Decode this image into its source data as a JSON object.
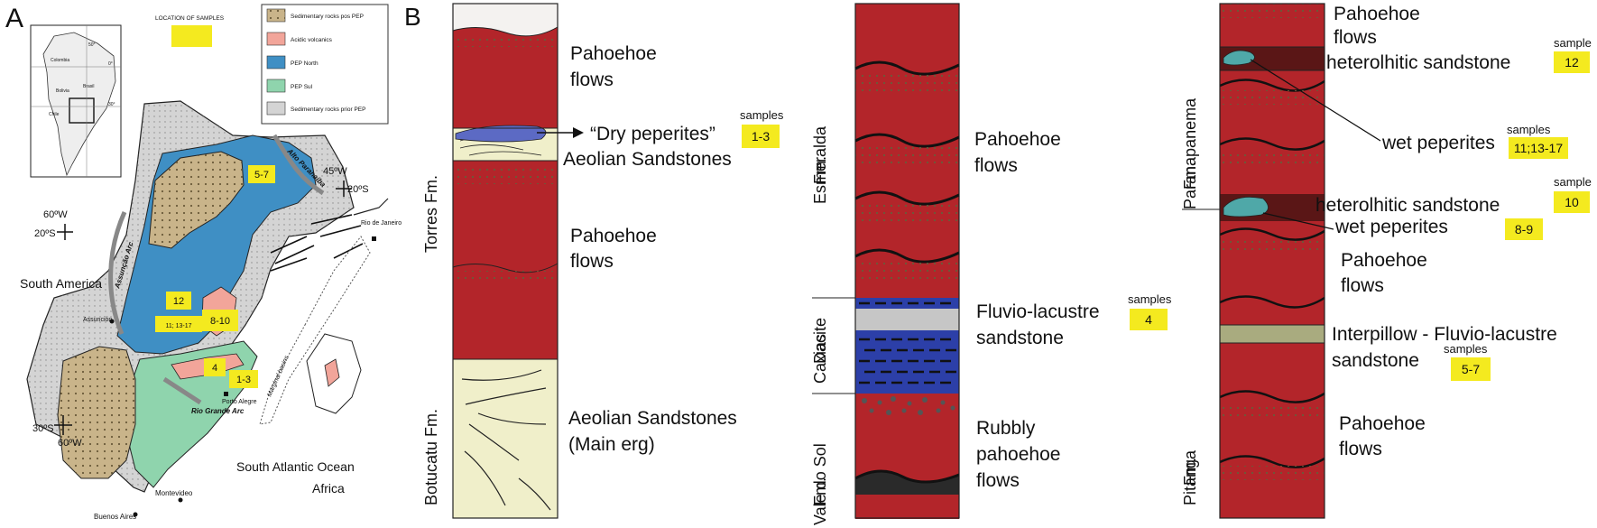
{
  "panels": {
    "a": "A",
    "b": "B"
  },
  "map": {
    "legend": {
      "location_label": "LOCATION OF SAMPLES",
      "items": [
        {
          "label": "Sedimentary rocks pos PEP",
          "color": "#c9b48a"
        },
        {
          "label": "Acidic volcanics",
          "color": "#f2a59a"
        },
        {
          "label": "PEP North",
          "color": "#3f8fc4"
        },
        {
          "label": "PEP Sul",
          "color": "#8fd4ad"
        },
        {
          "label": "Sedimentary rocks prior PEP",
          "color": "#d4d4d4"
        }
      ]
    },
    "inset_labels": [
      "50°",
      "0°",
      "30°",
      "Brasil",
      "Bolivia",
      "Chile",
      "Colombia"
    ],
    "coords": {
      "c1_lon": "45ºW",
      "c1_lat": "20ºS",
      "c2_lon": "60ºW",
      "c2_lat": "20ºS",
      "c3_lat": "30ºS",
      "c3_lon": "60ºW"
    },
    "arcs": {
      "alto": "Alto Paranaíba",
      "assuncao": "Assunção Arc",
      "rio_grande": "Rio Grande Arc"
    },
    "places": {
      "rio": "Rio de Janeiro",
      "assuncion": "Assunción",
      "porto": "Porto Alegre",
      "montevideo": "Montevideo",
      "buenos": "Buenos Aires",
      "south_america": "South America",
      "south_atlantic": "South Atlantic Ocean",
      "africa": "Africa",
      "marginal": "Marginal basins"
    },
    "sample_boxes": [
      "5-7",
      "12",
      "11; 13-17",
      "8-10",
      "4",
      "1-3"
    ]
  },
  "col1": {
    "formations": [
      "Torres Fm.",
      "Botucatu Fm."
    ],
    "labels": {
      "pahoehoe1": "Pahoehoe flows",
      "dry": "“Dry peperites”",
      "aeolian1": "Aeolian Sandstones",
      "pahoehoe2": "Pahoehoe flows",
      "aeolian2": "Aeolian Sandstones (Main erg)"
    },
    "samples_word": "samples",
    "sample_box": "1-3"
  },
  "col2": {
    "formations": [
      "Esmeralda Fm.",
      "Caxias Dacite",
      "Vale do Sol Fm."
    ],
    "labels": {
      "pahoehoe": "Pahoehoe flows",
      "fluvio": "Fluvio-lacustre sandstone",
      "rubbly": "Rubbly pahoehoe flows"
    },
    "samples_word": "samples",
    "sample_box": "4"
  },
  "col3": {
    "formations": [
      "Paranapanema Fm.",
      "Pitanga Fm."
    ],
    "labels": {
      "pahoehoe1": "Pahoehoe flows",
      "het1": "heterolhitic sandstone",
      "wet1": "wet peperites",
      "het2": "heterolhitic sandstone",
      "wet2": "wet peperites",
      "pahoehoe2": "Pahoehoe flows",
      "interpillow": "Interpillow - Fluvio-lacustre sandstone",
      "pahoehoe3": "Pahoehoe flows"
    },
    "sample_word": "sample",
    "samples_word": "samples",
    "boxes": [
      "12",
      "11;13-17",
      "10",
      "8-9",
      "5-7"
    ]
  },
  "colors": {
    "basalt": "#b3252a",
    "sand": "#f0efca",
    "dacite": "#2c3fa8",
    "grey": "#c6c6c6",
    "olive": "#a9ab7f",
    "peperite": "#4fa8a8",
    "dark_layer": "#5a1616",
    "sample_box": "#f4ea1f",
    "blue_pep": "#3f8fc4"
  }
}
